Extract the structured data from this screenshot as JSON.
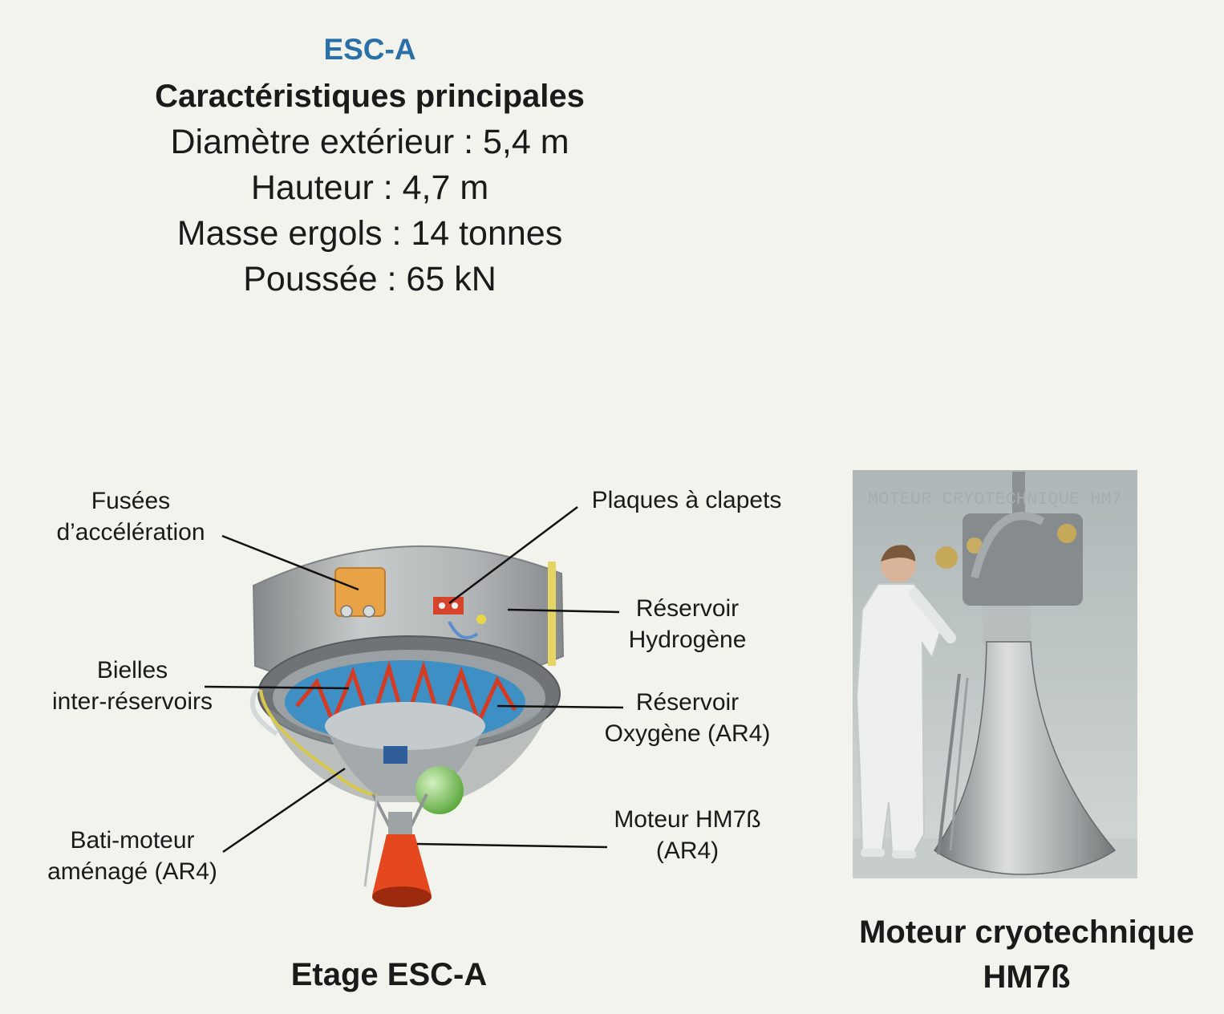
{
  "colors": {
    "accent": "#2b6fa7",
    "nozzle": "#e5481f",
    "oxygen_tank_band": "#3d8fc4",
    "struts": "#d43b23",
    "booster_box": "#e8a347",
    "sphere": "#5aa83c"
  },
  "header": {
    "stage_name": "ESC-A",
    "subtitle": "Caractéristiques principales",
    "specs": [
      "Diamètre extérieur : 5,4 m",
      "Hauteur : 4,7 m",
      "Masse ergols : 14 tonnes",
      "Poussée : 65 kN"
    ]
  },
  "diagram": {
    "labels": {
      "boosters": [
        "Fusées",
        "d’accélération"
      ],
      "valve_plates": [
        "Plaques à clapets"
      ],
      "hydrogen_tank": [
        "Réservoir",
        "Hydrogène"
      ],
      "inter_tank_struts": [
        "Bielles",
        "inter-réservoirs"
      ],
      "oxygen_tank": [
        "Réservoir",
        "Oxygène (AR4)"
      ],
      "engine": [
        "Moteur HM7ß",
        "(AR4)"
      ],
      "engine_frame": [
        "Bati-moteur",
        "aménagé (AR4)"
      ]
    },
    "caption": "Etage ESC-A"
  },
  "photo": {
    "overlay_text": "MOTEUR CRYOTECHNIQUE HM7",
    "caption": [
      "Moteur cryotechnique",
      "HM7ß"
    ]
  }
}
